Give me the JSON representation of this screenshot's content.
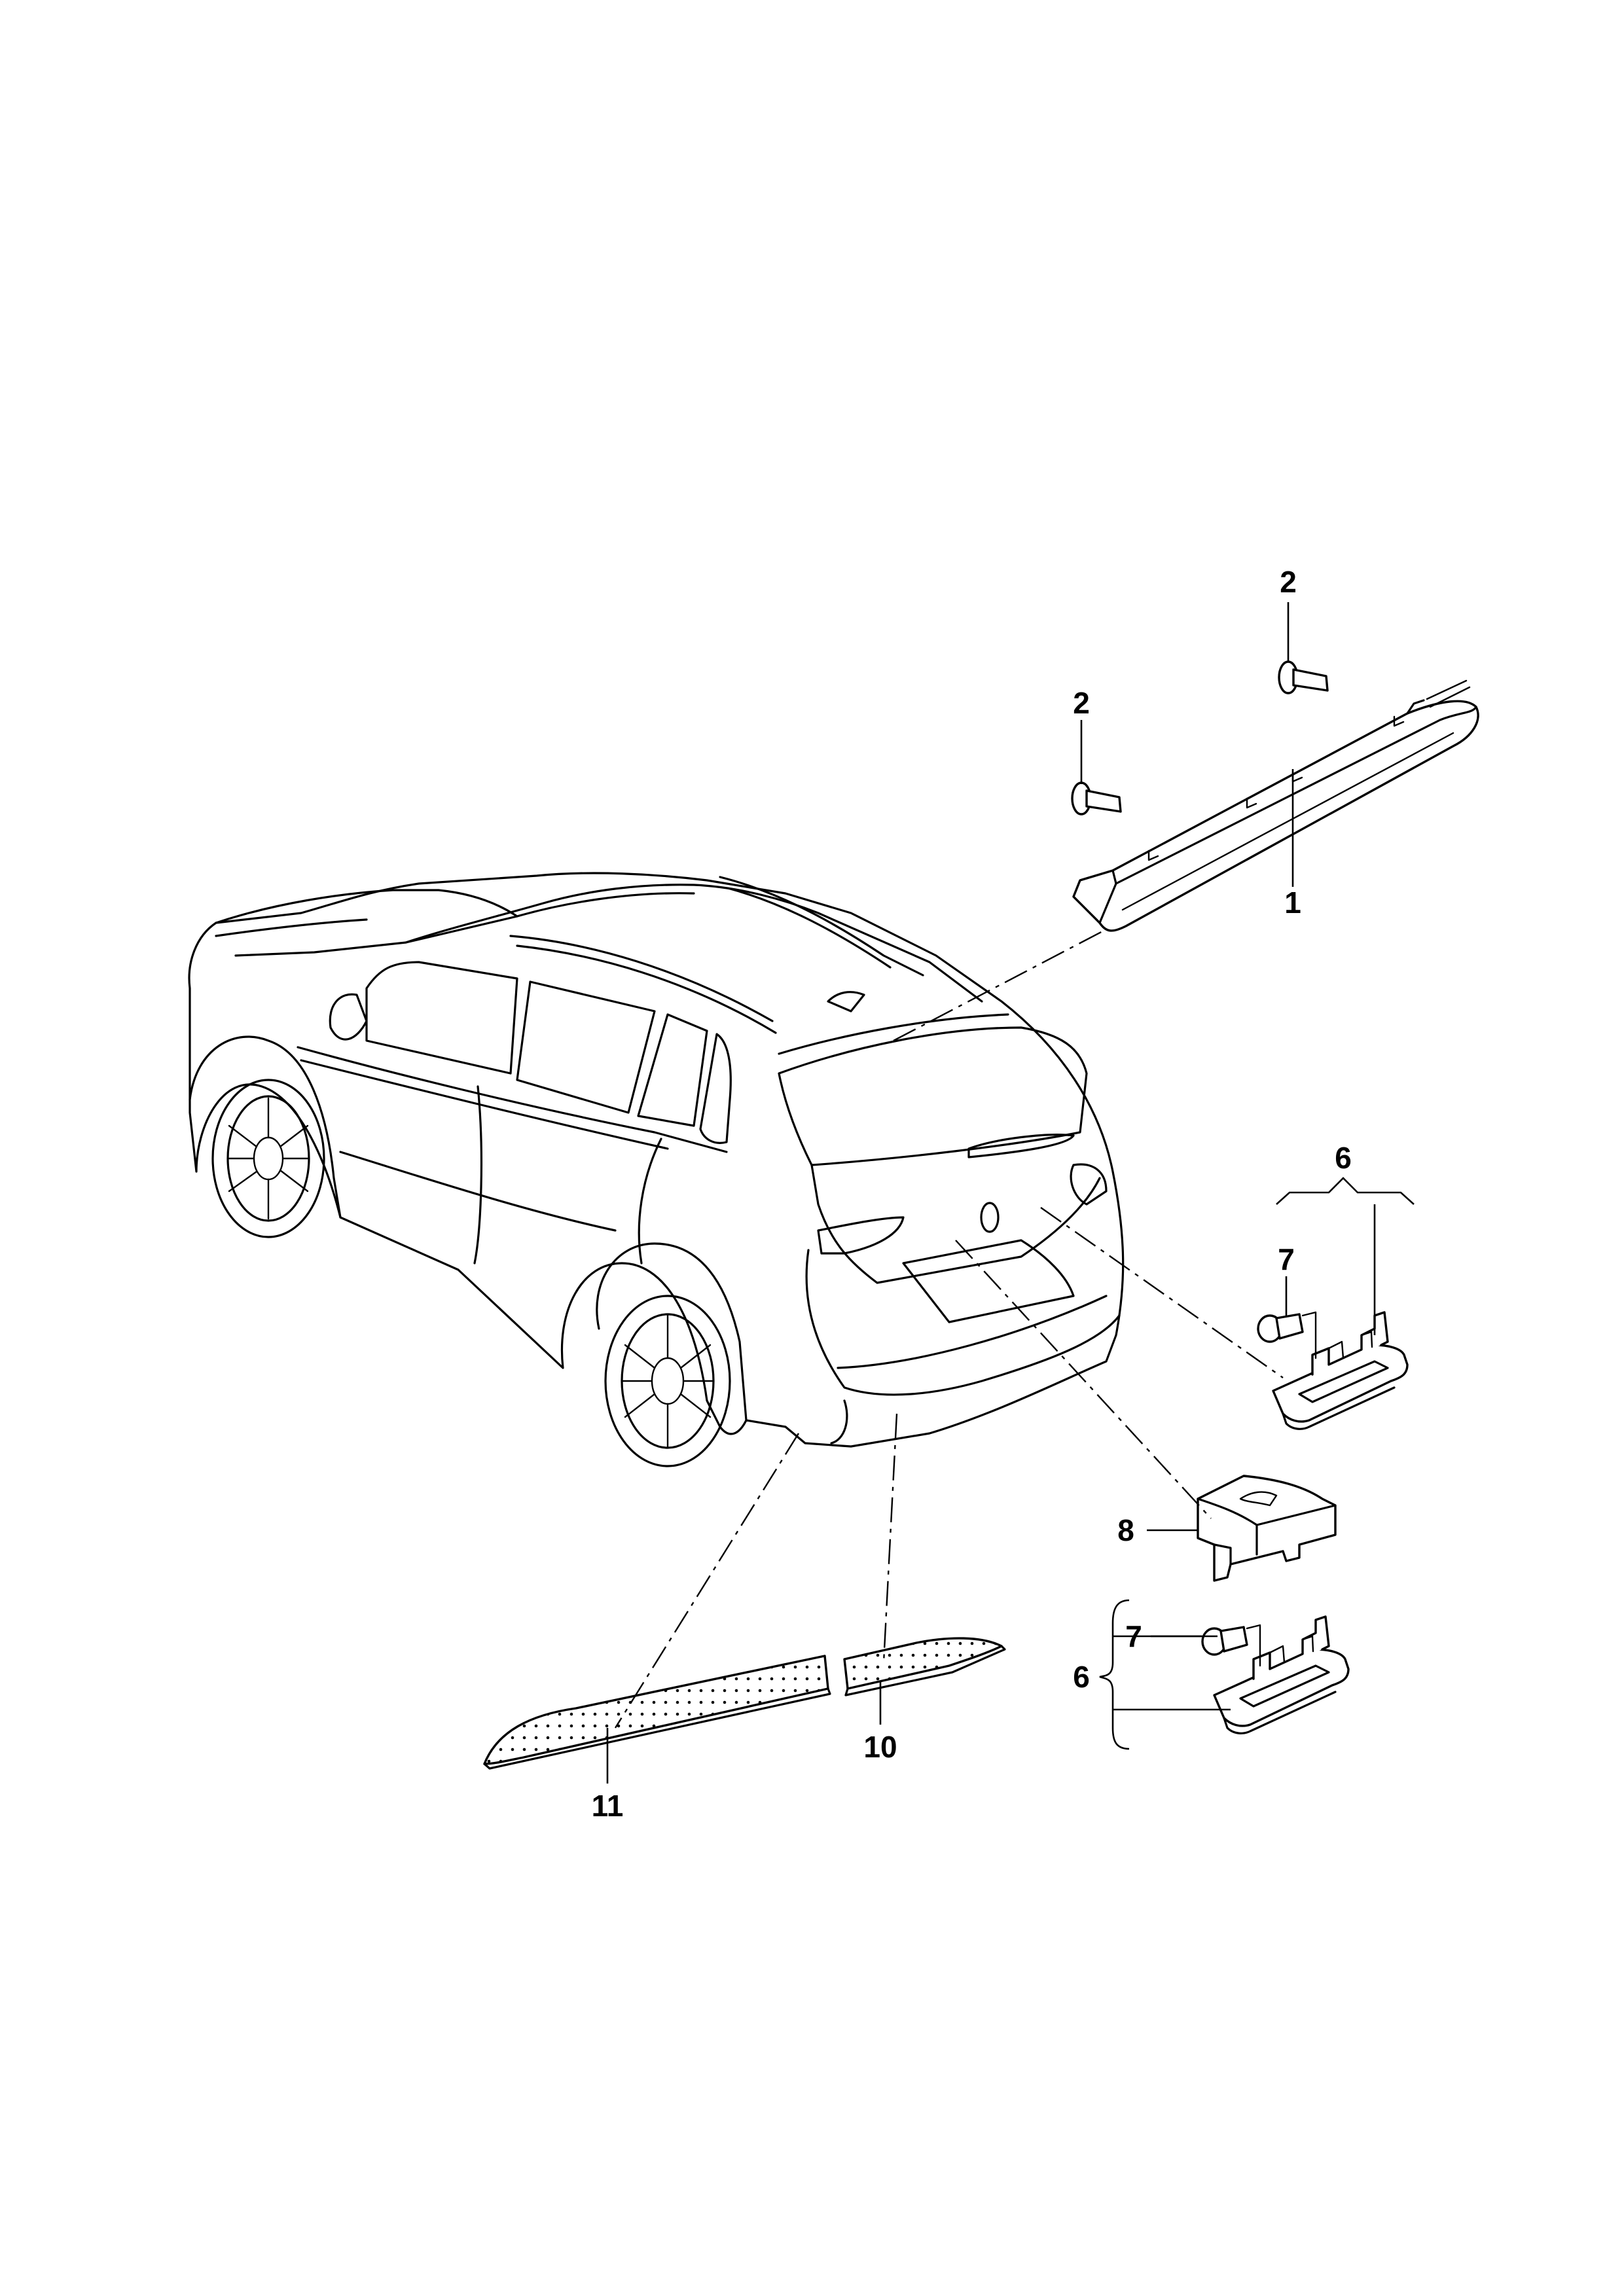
{
  "callouts": {
    "c1": "1",
    "c2a": "2",
    "c2b": "2",
    "c6a": "6",
    "c6b": "6",
    "c7a": "7",
    "c7b": "7",
    "c8": "8",
    "c10": "10",
    "c11": "11"
  }
}
